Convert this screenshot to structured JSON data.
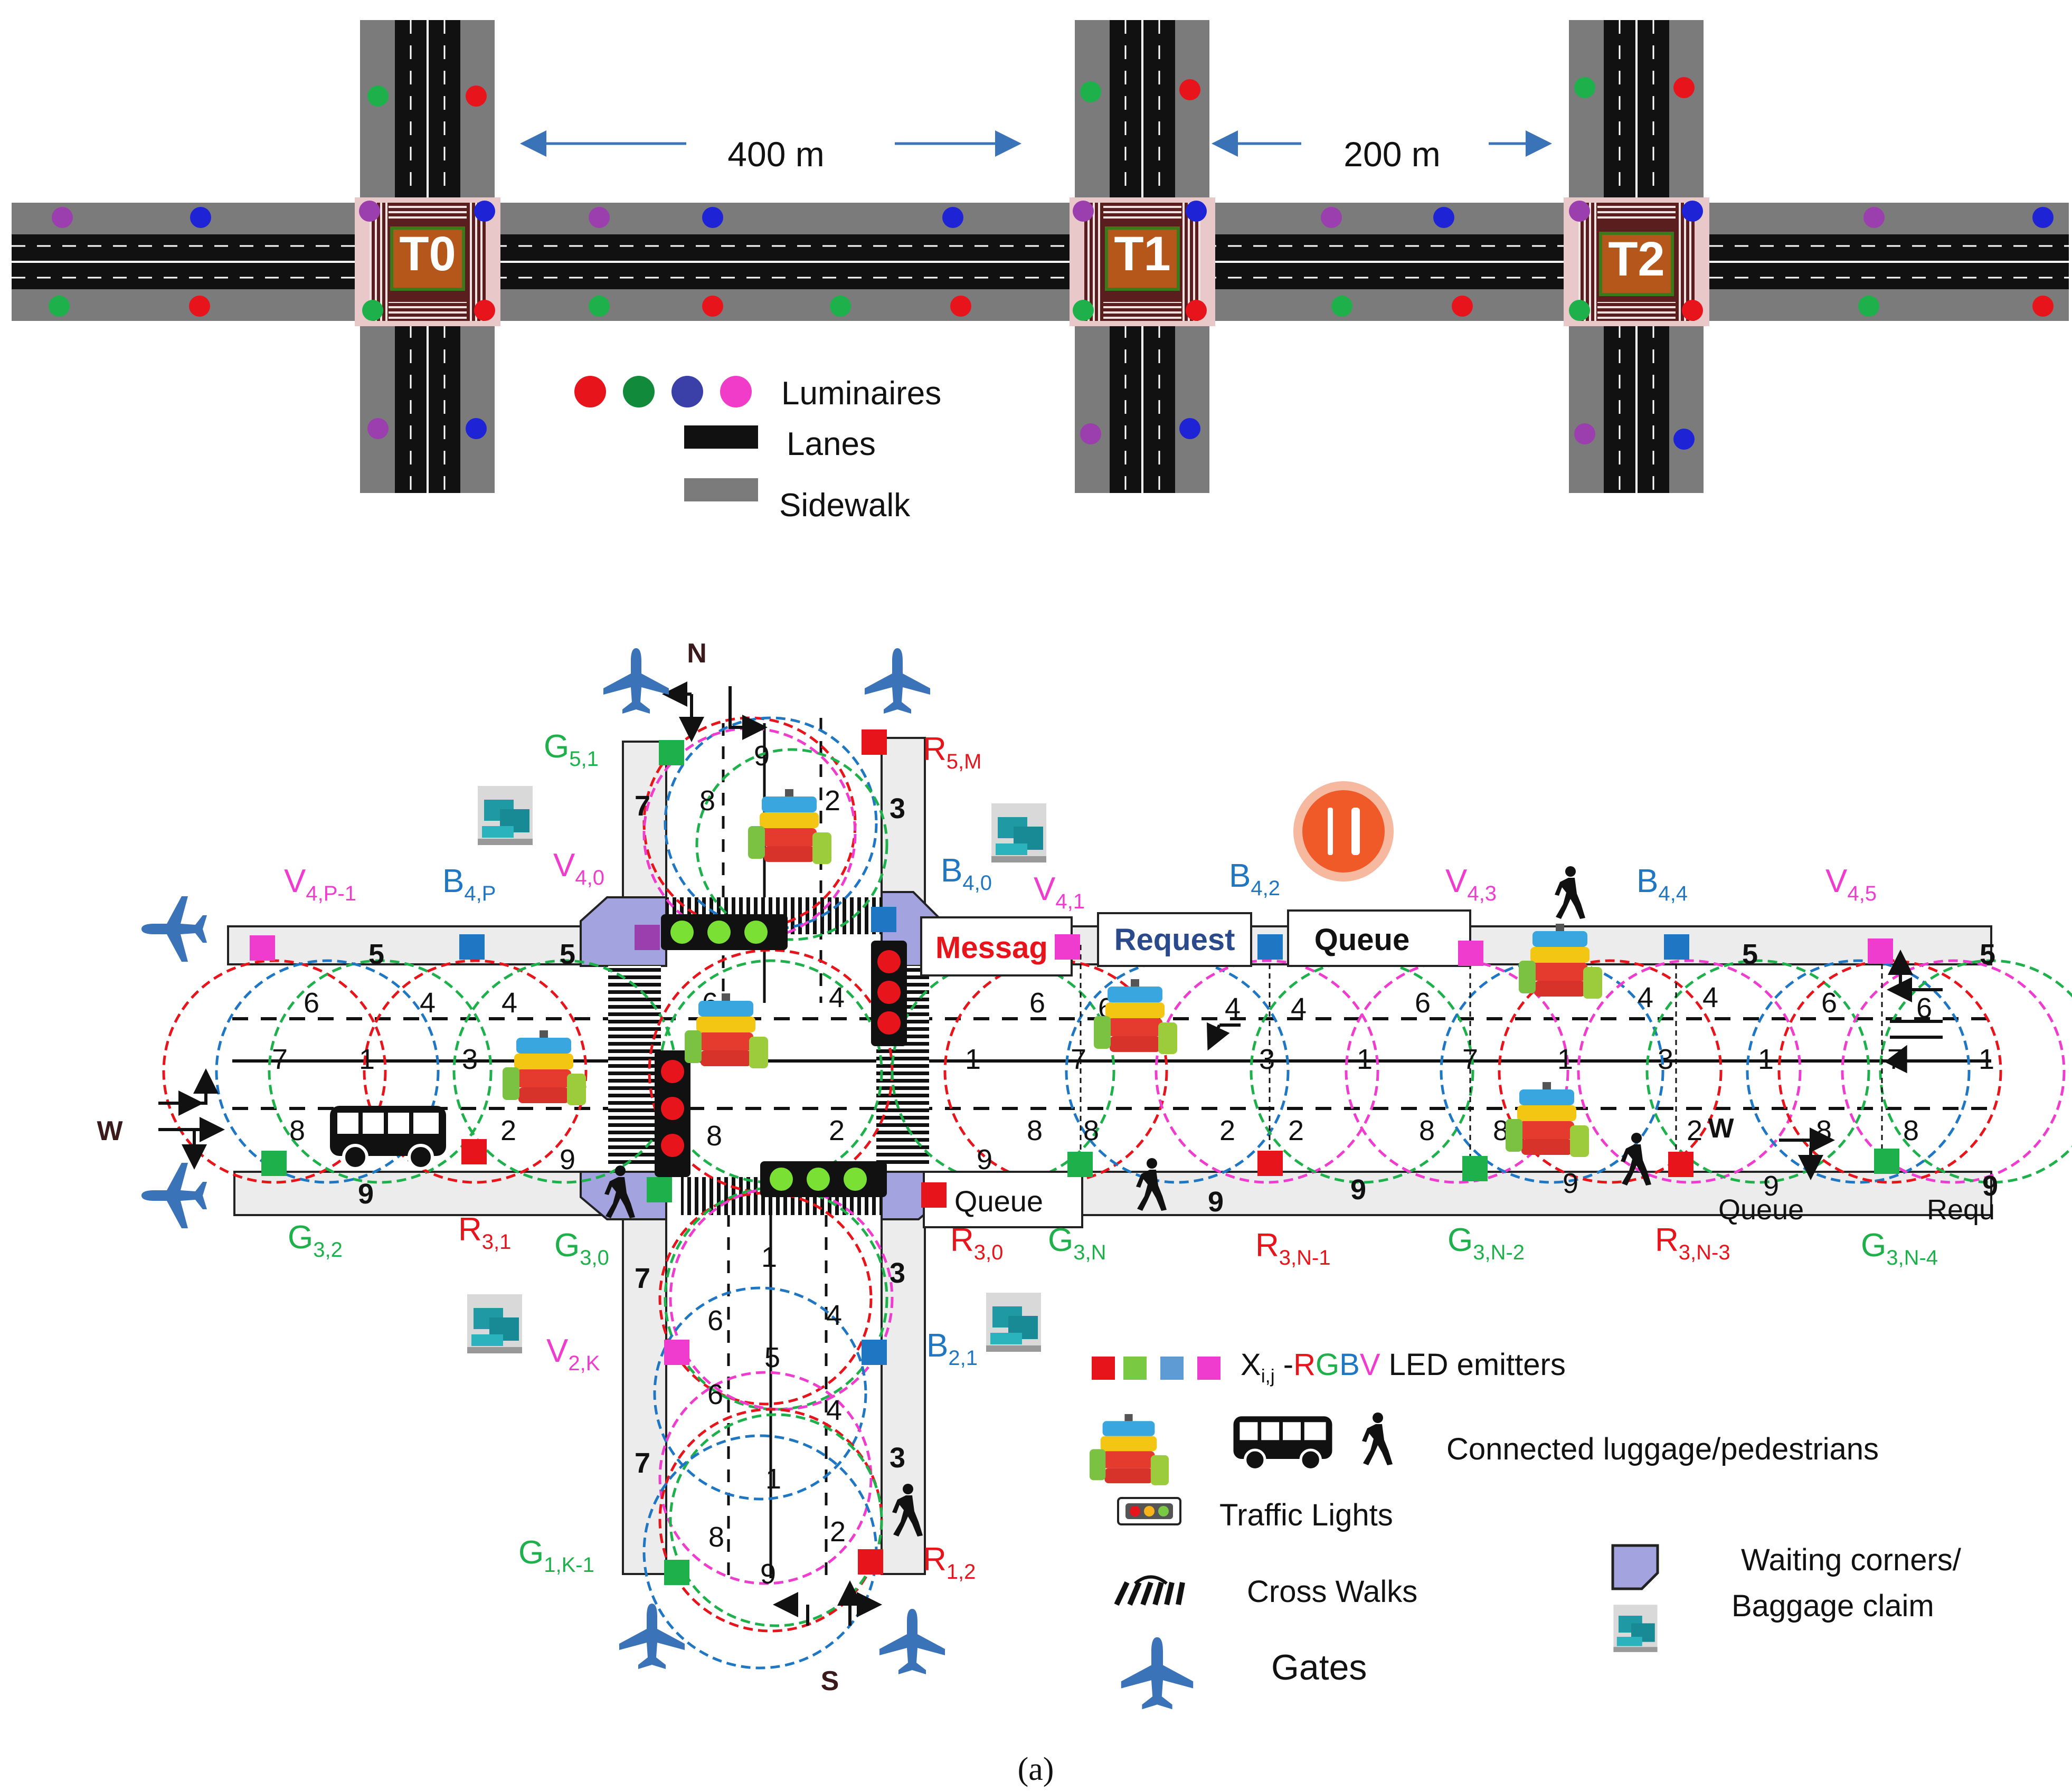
{
  "top_map": {
    "intersections": [
      "T0",
      "T1",
      "T2"
    ],
    "distance_left": "400 m",
    "distance_right": "200 m",
    "legend": {
      "luminaires": "Luminaires",
      "lanes": "Lanes",
      "sidewalk": "Sidewalk",
      "luminaire_colors": [
        "#e8141b",
        "#128a3c",
        "#3b3fa8",
        "#f03cc8"
      ]
    }
  },
  "detail": {
    "compass": {
      "north": "N",
      "south": "S",
      "west": "W",
      "west_right": "W"
    },
    "emitters": {
      "G5_1": {
        "base": "G",
        "sub": "5,1"
      },
      "R5_M": {
        "base": "R",
        "sub": "5,M"
      },
      "V4_P1": {
        "base": "V",
        "sub": "4,P-1"
      },
      "B4_P": {
        "base": "B",
        "sub": "4,P"
      },
      "V4_0": {
        "base": "V",
        "sub": "4,0"
      },
      "B4_0": {
        "base": "B",
        "sub": "4,0"
      },
      "V4_1": {
        "base": "V",
        "sub": "4,1"
      },
      "B4_2": {
        "base": "B",
        "sub": "4,2"
      },
      "V4_3": {
        "base": "V",
        "sub": "4,3"
      },
      "B4_4": {
        "base": "B",
        "sub": "4,4"
      },
      "V4_5": {
        "base": "V",
        "sub": "4,5"
      },
      "G3_2": {
        "base": "G",
        "sub": "3,2"
      },
      "R3_1": {
        "base": "R",
        "sub": "3,1"
      },
      "G3_0": {
        "base": "G",
        "sub": "3,0"
      },
      "R3_0": {
        "base": "R",
        "sub": "3,0"
      },
      "G3_N": {
        "base": "G",
        "sub": "3,N"
      },
      "R3_N1": {
        "base": "R",
        "sub": "3,N-1"
      },
      "G3_N2": {
        "base": "G",
        "sub": "3,N-2"
      },
      "R3_N3": {
        "base": "R",
        "sub": "3,N-3"
      },
      "G3_N4": {
        "base": "G",
        "sub": "3,N-4"
      },
      "V2_K": {
        "base": "V",
        "sub": "2,K"
      },
      "B2_1": {
        "base": "B",
        "sub": "2,1"
      },
      "G1_K1": {
        "base": "G",
        "sub": "1,K-1"
      },
      "R1_2": {
        "base": "R",
        "sub": "1,2"
      }
    },
    "boxes": {
      "message": "Messag",
      "request": "Request",
      "queue_top": "Queue",
      "queue_bottom": "Queue",
      "queue_right": "Queue",
      "request_right": "Requ"
    },
    "lane_numbers": {
      "top_sidewalk": "5",
      "upper": [
        "6",
        "4"
      ],
      "middle": [
        "7",
        "1",
        "3"
      ],
      "lower": [
        "8",
        "2"
      ],
      "bottom_sidewalk": "9",
      "vertical": [
        "7",
        "8",
        "9",
        "2",
        "3",
        "6",
        "4",
        "5",
        "1"
      ]
    },
    "legend": {
      "emitters_base": "X",
      "emitters_sub": "i,j",
      "emitters_sep": " -",
      "emitters_r": "R",
      "emitters_g": "G",
      "emitters_b": "B",
      "emitters_v": "V",
      "emitters_tail": " LED emitters",
      "connected": "Connected luggage/pedestrians",
      "traffic_lights": "Traffic Lights",
      "cross_walks": "Cross Walks",
      "gates": "Gates",
      "waiting": "Waiting corners/",
      "baggage": "Baggage claim"
    },
    "caption": "(a)"
  },
  "colors": {
    "red": "#e8141b",
    "green": "#1eb04b",
    "blue": "#1f77c4",
    "violet": "#ef3ccf",
    "plane": "#3b73b9",
    "road": "#111111",
    "sidewalk": "#7b7b7b",
    "intersection": "#b5561b"
  }
}
